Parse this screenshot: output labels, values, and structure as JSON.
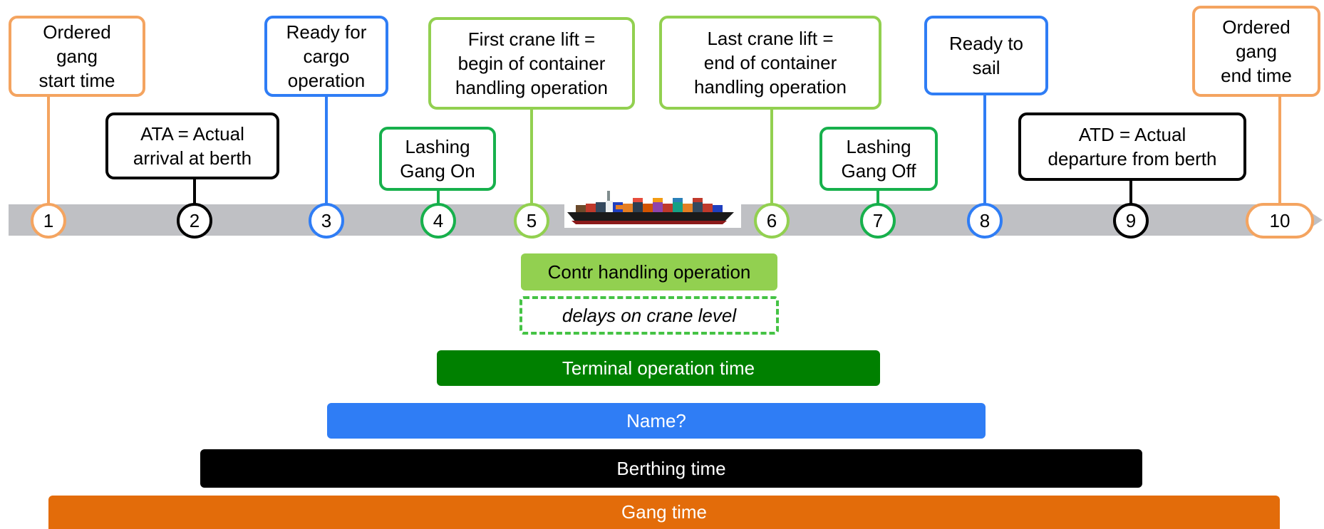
{
  "milestones": [
    {
      "number": "1",
      "color": "#f4a460",
      "label": "Ordered\ngang\nstart time"
    },
    {
      "number": "2",
      "color": "#000000",
      "label": "ATA = Actual\narrival at berth"
    },
    {
      "number": "3",
      "color": "#2f7df5",
      "label": "Ready for\ncargo\noperation"
    },
    {
      "number": "4",
      "color": "#17b04c",
      "label": "Lashing\nGang On"
    },
    {
      "number": "5",
      "color": "#92d050",
      "label": "First crane lift =\nbegin of container\nhandling operation"
    },
    {
      "number": "6",
      "color": "#92d050",
      "label": "Last crane lift =\nend of container\nhandling operation"
    },
    {
      "number": "7",
      "color": "#17b04c",
      "label": "Lashing\nGang Off"
    },
    {
      "number": "8",
      "color": "#2f7df5",
      "label": "Ready to\nsail"
    },
    {
      "number": "9",
      "color": "#000000",
      "label": "ATD = Actual\ndeparture from berth"
    },
    {
      "number": "10",
      "color": "#f4a460",
      "label": "Ordered\ngang\nend time"
    }
  ],
  "bars": {
    "contr_handling": {
      "label": "Contr handling operation",
      "color": "#92d050"
    },
    "delays": {
      "label": "delays on crane level",
      "color": "#45c345"
    },
    "terminal_operation": {
      "label": "Terminal operation time",
      "color": "#008000"
    },
    "name": {
      "label": "Name?",
      "color": "#2f7df5"
    },
    "berthing": {
      "label": "Berthing time",
      "color": "#000000"
    },
    "gang": {
      "label": "Gang time",
      "color": "#e36c0a"
    }
  },
  "icons": {
    "ship": "container-ship-icon"
  }
}
